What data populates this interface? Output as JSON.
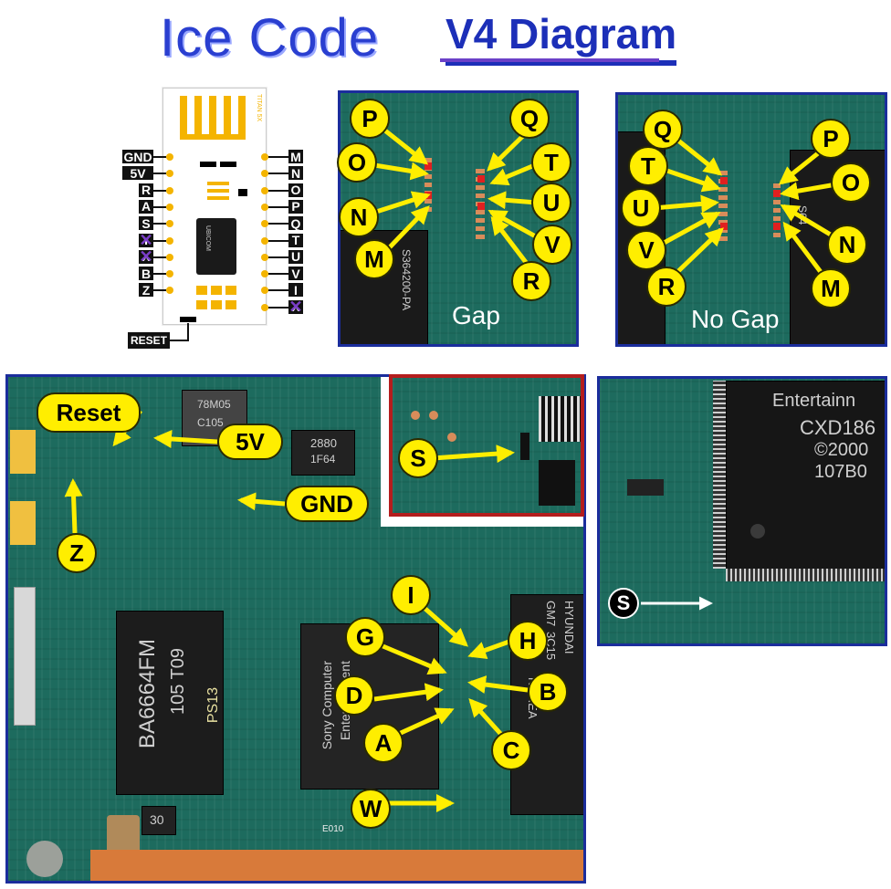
{
  "title": {
    "left": "Ice Code",
    "right": "V4 Diagram"
  },
  "chip_board": {
    "board_text": "TITAN 5X",
    "chip_text": "UBICOM",
    "left_pins": [
      "GND",
      "5V",
      "R",
      "A",
      "S",
      "Y",
      "X",
      "B",
      "Z"
    ],
    "right_pins": [
      "M",
      "N",
      "O",
      "P",
      "Q",
      "T",
      "U",
      "V",
      "I",
      "X"
    ],
    "crossed_left": [
      "Y",
      "X"
    ],
    "crossed_right": [
      "X"
    ],
    "reset_label": "RESET"
  },
  "gap_panel": {
    "caption": "Gap",
    "chip_marking": "S364200-PA",
    "labels": [
      "P",
      "Q",
      "O",
      "T",
      "N",
      "U",
      "M",
      "V",
      "R"
    ]
  },
  "nogap_panel": {
    "caption": "No Gap",
    "chip_marking": "S64",
    "labels": [
      "Q",
      "P",
      "T",
      "O",
      "U",
      "N",
      "V",
      "M",
      "R"
    ]
  },
  "main_board": {
    "labels": {
      "reset": "Reset",
      "v5": "5V",
      "gnd": "GND",
      "z": "Z",
      "i": "I",
      "g": "G",
      "h": "H",
      "d": "D",
      "b": "B",
      "a": "A",
      "c": "C",
      "w": "W"
    },
    "chip_a_text": [
      "BA6664FM",
      "105 T09"
    ],
    "chip_b_text": [
      "Sony Computer",
      "Entertainment"
    ],
    "chip_c_text": [
      "HYUNDAI",
      "GM7",
      "3C15",
      "KOREA"
    ],
    "side_text": "PS13",
    "small_chip_text": [
      "2880",
      "1F64"
    ],
    "reg_text": [
      "78M05",
      "C105"
    ],
    "badge_30": "30",
    "e010": "E010"
  },
  "s_panel": {
    "label": "S"
  },
  "sony_panel": {
    "label": "S",
    "chip_lines": [
      "Entertainn",
      "CXD186",
      "©2000",
      "107B0"
    ]
  }
}
